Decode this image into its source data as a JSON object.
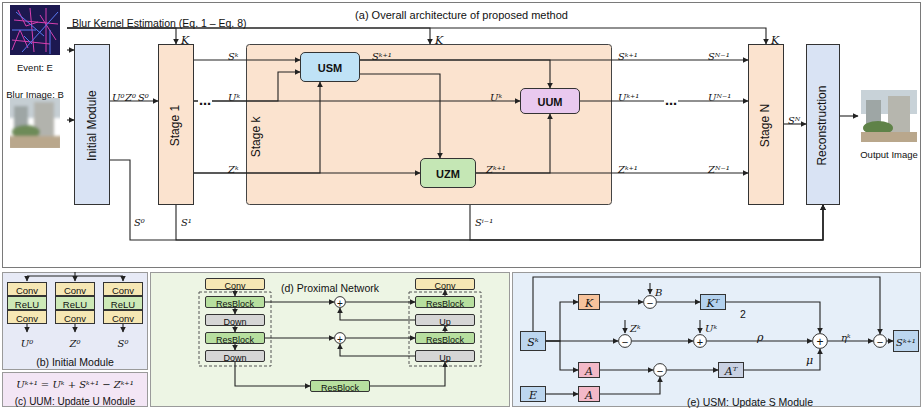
{
  "diagram": {
    "nodes": [
      {
        "text": [
          "(a) Overall architecture of proposed method"
        ]
      },
      {
        "text": [
          "Event: E"
        ],
        "in": 0
      },
      {
        "text": [
          "Blur Image: B"
        ],
        "in": 0
      },
      {
        "text": [
          "Initial Module"
        ],
        "in": 0
      },
      {
        "text": [
          "Stage 1"
        ],
        "in": 0
      },
      {
        "text": [
          "Stage k"
        ],
        "in": 0
      },
      {
        "text": [
          "USM"
        ],
        "in": 5
      },
      {
        "text": [
          "UZM"
        ],
        "in": 5
      },
      {
        "text": [
          "UUM"
        ],
        "in": 5
      },
      {
        "text": [
          "Stage N"
        ],
        "in": 0
      },
      {
        "text": [
          "Reconstruction"
        ],
        "in": 0
      },
      {
        "text": [
          "Output Image"
        ],
        "in": 0
      },
      {
        "text": [
          "(b) Initial Module"
        ]
      },
      {
        "text": [
          "Conv"
        ],
        "in": 12
      },
      {
        "text": [
          "ReLU"
        ],
        "in": 12
      },
      {
        "text": [
          "Conv"
        ],
        "in": 12
      },
      {
        "text": [
          "Conv"
        ],
        "in": 12
      },
      {
        "text": [
          "ReLU"
        ],
        "in": 12
      },
      {
        "text": [
          "Conv"
        ],
        "in": 12
      },
      {
        "text": [
          "Conv"
        ],
        "in": 12
      },
      {
        "text": [
          "ReLU"
        ],
        "in": 12
      },
      {
        "text": [
          "Conv"
        ],
        "in": 12
      },
      {
        "text": [
          "Uᵏ⁺¹ = Uᵏ + Sᵏ⁺¹ − Zᵏ⁺¹",
          "(c) UUM: Update U Module"
        ]
      },
      {
        "text": [
          "(d) Proximal Network"
        ]
      },
      {
        "text": [
          "Conv"
        ],
        "in": 23
      },
      {
        "text": [
          "ResBlock"
        ],
        "in": 23
      },
      {
        "text": [
          "Down"
        ],
        "in": 23
      },
      {
        "text": [
          "ResBlock"
        ],
        "in": 23
      },
      {
        "text": [
          "Down"
        ],
        "in": 23
      },
      {
        "text": [
          "ResBlock"
        ],
        "in": 23
      },
      {
        "text": [
          "Up"
        ],
        "in": 23
      },
      {
        "text": [
          "ResBlock"
        ],
        "in": 23
      },
      {
        "text": [
          "Up"
        ],
        "in": 23
      },
      {
        "text": [
          "ResBlock"
        ],
        "in": 23
      },
      {
        "text": [
          "Conv"
        ],
        "in": 23
      },
      {
        "text": [
          "+"
        ],
        "in": 23
      },
      {
        "text": [
          "+"
        ],
        "in": 23
      },
      {
        "text": [
          "(e) USM: Update S Module"
        ]
      },
      {
        "text": [
          "Sᵏ"
        ],
        "in": 37
      },
      {
        "text": [
          "K"
        ],
        "in": 37
      },
      {
        "text": [
          "−"
        ],
        "in": 37
      },
      {
        "text": [
          "Kᵀ"
        ],
        "in": 37
      },
      {
        "text": [
          "−"
        ],
        "in": 37
      },
      {
        "text": [
          "+"
        ],
        "in": 37
      },
      {
        "text": [
          "+"
        ],
        "in": 37
      },
      {
        "text": [
          "−"
        ],
        "in": 37
      },
      {
        "text": [
          "Sᵏ⁺¹"
        ],
        "in": 37
      },
      {
        "text": [
          "A"
        ],
        "in": 37
      },
      {
        "text": [
          "−"
        ],
        "in": 37
      },
      {
        "text": [
          "Aᵀ"
        ],
        "in": 37
      },
      {
        "text": [
          "E"
        ],
        "in": 37
      },
      {
        "text": [
          "A"
        ],
        "in": 37
      }
    ],
    "edges": [
      {
        "from": 1,
        "to": 3,
        "arrow": "to"
      },
      {
        "from": 2,
        "to": 3,
        "arrow": "to"
      },
      {
        "from": 1,
        "to": 4,
        "arrow": "to"
      },
      {
        "from": 1,
        "to": 5,
        "arrow": "to"
      },
      {
        "from": 1,
        "to": 9,
        "arrow": "to"
      },
      {
        "from": 3,
        "to": 4,
        "arrow": "to"
      },
      {
        "from": 3,
        "to": 10,
        "arrow": "to"
      },
      {
        "from": 4,
        "to": 6,
        "arrow": "to"
      },
      {
        "from": 4,
        "to": 6,
        "arrow": "to"
      },
      {
        "from": 4,
        "to": 8,
        "arrow": "to"
      },
      {
        "from": 4,
        "to": 7,
        "arrow": "to"
      },
      {
        "from": 4,
        "to": 6,
        "arrow": "to"
      },
      {
        "from": 4,
        "to": 10,
        "arrow": "to"
      },
      {
        "from": 6,
        "to": 8,
        "arrow": "to"
      },
      {
        "from": 6,
        "to": 7,
        "arrow": "to"
      },
      {
        "from": 7,
        "to": 8,
        "arrow": "to"
      },
      {
        "from": 6,
        "to": 9,
        "arrow": "to"
      },
      {
        "from": 8,
        "to": 9,
        "arrow": "to"
      },
      {
        "from": 7,
        "to": 9,
        "arrow": "to"
      },
      {
        "from": 5,
        "to": 10,
        "arrow": "to"
      },
      {
        "from": 9,
        "to": 10,
        "arrow": "to"
      },
      {
        "from": 10,
        "to": 11,
        "arrow": "to"
      },
      {
        "from": 24,
        "to": 25,
        "arrow": "to"
      },
      {
        "from": 25,
        "to": 26,
        "arrow": "to"
      },
      {
        "from": 26,
        "to": 27,
        "arrow": "to"
      },
      {
        "from": 27,
        "to": 28,
        "arrow": "to"
      },
      {
        "from": 28,
        "to": 29,
        "arrow": "to"
      },
      {
        "from": 29,
        "to": 30,
        "arrow": "to"
      },
      {
        "from": 30,
        "to": 36,
        "arrow": "to"
      },
      {
        "from": 27,
        "to": 36,
        "arrow": "to"
      },
      {
        "from": 36,
        "to": 31,
        "arrow": "to"
      },
      {
        "from": 31,
        "to": 32,
        "arrow": "to"
      },
      {
        "from": 32,
        "to": 35,
        "arrow": "to"
      },
      {
        "from": 25,
        "to": 35,
        "arrow": "to"
      },
      {
        "from": 35,
        "to": 33,
        "arrow": "to"
      },
      {
        "from": 33,
        "to": 34,
        "arrow": "to"
      },
      {
        "from": 38,
        "to": 39,
        "arrow": "to"
      },
      {
        "from": 38,
        "to": 42,
        "arrow": "to"
      },
      {
        "from": 38,
        "to": 47,
        "arrow": "to"
      },
      {
        "from": 38,
        "to": 45,
        "arrow": "to"
      },
      {
        "from": 39,
        "to": 40,
        "arrow": "to"
      },
      {
        "from": 40,
        "to": 41,
        "arrow": "to"
      },
      {
        "from": 41,
        "to": 44,
        "arrow": "to"
      },
      {
        "from": 42,
        "to": 43,
        "arrow": "to"
      },
      {
        "from": 43,
        "to": 44,
        "arrow": "to"
      },
      {
        "from": 44,
        "to": 45,
        "arrow": "to"
      },
      {
        "from": 45,
        "to": 46,
        "arrow": "to"
      },
      {
        "from": 47,
        "to": 48,
        "arrow": "to"
      },
      {
        "from": 48,
        "to": 49,
        "arrow": "to"
      },
      {
        "from": 49,
        "to": 44,
        "arrow": "to"
      },
      {
        "from": 50,
        "to": 51,
        "arrow": "to"
      },
      {
        "from": 51,
        "to": 48,
        "arrow": "to"
      }
    ],
    "labels": [
      "Blur Kernel Estimation (Eq. 1 – Eq. 8)",
      "K",
      "K",
      "K",
      "U⁰",
      "Z⁰",
      "S⁰",
      "S⁰",
      "S¹",
      "⋯",
      "Sᵏ",
      "Uᵏ",
      "Zᵏ",
      "Sᵏ⁺¹",
      "Uᵏ",
      "Zᵏ⁺¹",
      "Sᵏ⁺¹",
      "Uᵏ⁺¹",
      "Zᵏ⁺¹",
      "⋯",
      "Sᴺ⁻¹",
      "Uᴺ⁻¹",
      "Zᴺ⁻¹",
      "Sᴺ",
      "Sⁱ⁻¹",
      "U⁰",
      "Z⁰",
      "S⁰",
      "B",
      "Zᵏ",
      "Uᵏ",
      "2",
      "ρ",
      "ηᵏ",
      "μ"
    ]
  }
}
